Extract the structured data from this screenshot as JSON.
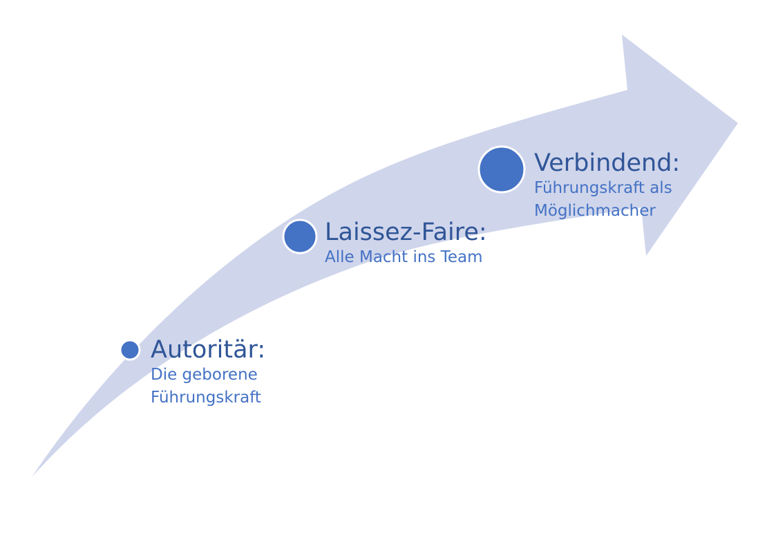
{
  "colors": {
    "arrow": "#cfd5eb",
    "marker": "#4472c4",
    "marker_outline": "#ffffff",
    "title": "#2f5597",
    "subtitle": "#4472c4"
  },
  "stages": [
    {
      "title": "Autoritär:",
      "description_lines": [
        "Die geborene",
        "Führungskraft"
      ]
    },
    {
      "title": "Laissez-Faire:",
      "description_lines": [
        "Alle Macht ins Team"
      ]
    },
    {
      "title": "Verbindend:",
      "description_lines": [
        "Führungskraft als",
        "Möglichmacher"
      ]
    }
  ]
}
